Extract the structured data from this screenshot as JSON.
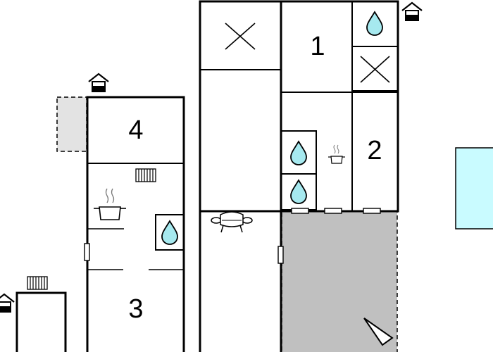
{
  "rooms": [
    {
      "id": "room-1",
      "label": "1"
    },
    {
      "id": "room-2",
      "label": "2"
    },
    {
      "id": "room-3",
      "label": "3"
    },
    {
      "id": "room-4",
      "label": "4"
    }
  ],
  "colors": {
    "wall": "#000000",
    "water": "#a6e9ef",
    "terrace": "#c0c0c0",
    "annex": "#e3e3e3",
    "pool": "#c9fbff"
  },
  "icons": [
    "house-entrance-icon",
    "water-drop-icon",
    "cross-icon",
    "radiator-icon",
    "stove-pot-icon",
    "sofa-icon",
    "window-icon",
    "door-icon",
    "compass-arrow-icon"
  ]
}
